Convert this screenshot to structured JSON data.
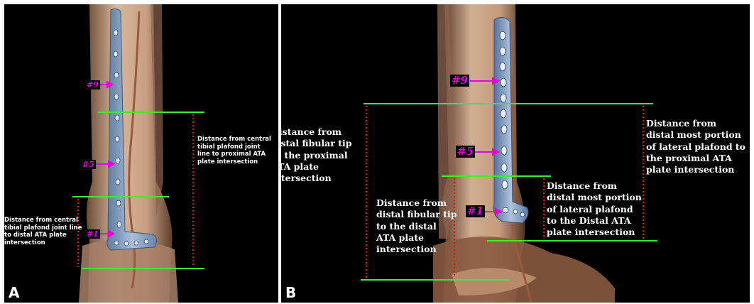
{
  "panel_a": {
    "letter": "A",
    "tags": [
      "#9",
      "#5",
      "#1"
    ],
    "label_proximal": "Distance from central tibial plafond joint line to proximal ATA plate intersection",
    "label_distal": "Distance from central tibial plafond joint line to distal ATA plate intersection"
  },
  "panel_b": {
    "letter": "B",
    "tags": [
      "#9",
      "#5",
      "#1"
    ],
    "label_fibular_proximal": "Distance from distal fibular tip to the proximal ATA plate intersection",
    "label_fibular_distal": "Distance from distal fibular tip to the distal ATA plate intersection",
    "label_lateral_distal": "Distance from distal most portion of lateral plafond to the Distal ATA plate intersection",
    "label_lateral_proximal": "Distance from distal most portion of lateral plafond to the proximal ATA plate intersection"
  },
  "colors": {
    "background": "#000000",
    "bone": "#c9a58a",
    "plate": "#8ea7c8",
    "measure_line": "#3ee83e",
    "dotted_line": "#d81a1a",
    "tag_text": "#e000e0",
    "arrow": "#e000e0"
  }
}
